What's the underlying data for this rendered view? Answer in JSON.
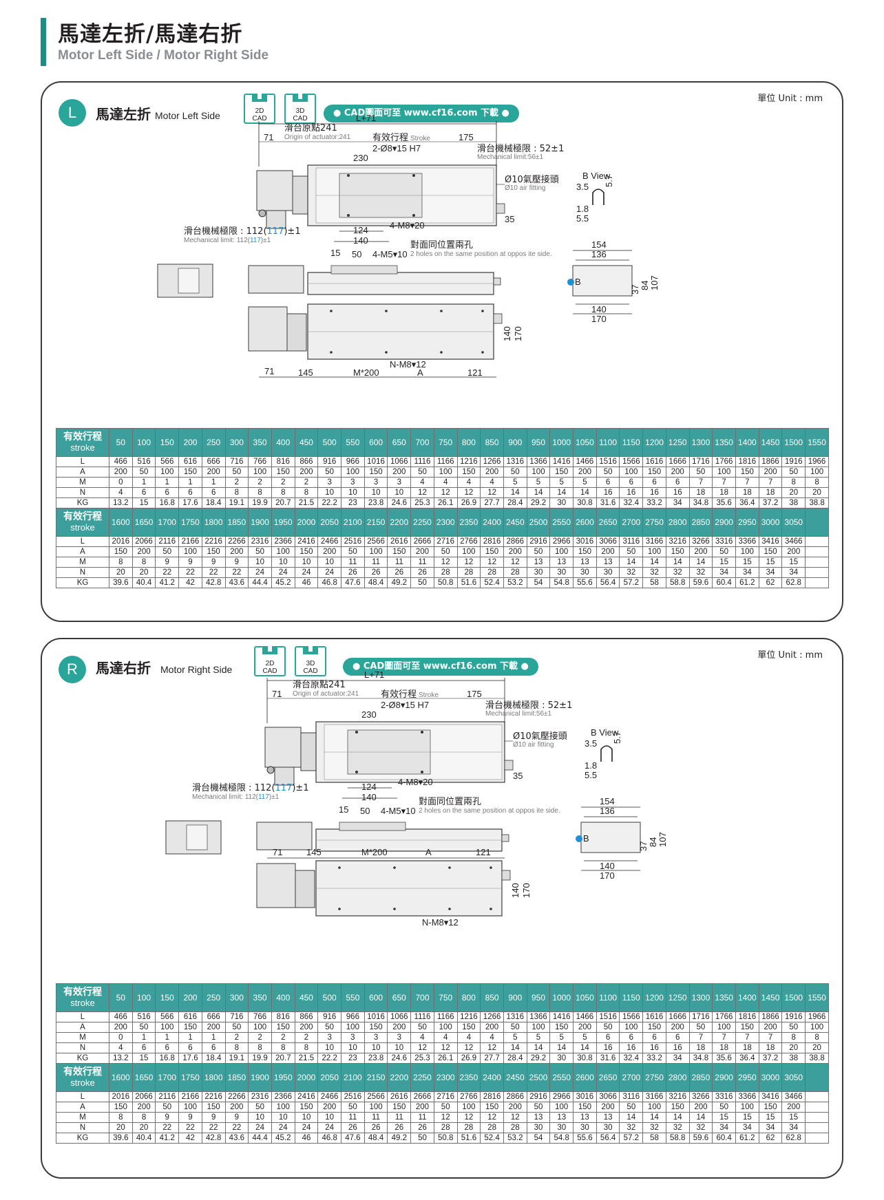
{
  "page": {
    "title": "馬達左折/馬達右折",
    "subtitle": "Motor Left Side / Motor Right Side"
  },
  "sections": [
    {
      "badge": "L",
      "title_cn": "馬達左折",
      "title_en": "Motor Left Side",
      "unit": "單位 Unit : mm",
      "cad2d": [
        "2D",
        "CAD"
      ],
      "cad3d": [
        "3D",
        "CAD"
      ],
      "cad_note": "● CAD圖面可至 www.cf16.com 下載 ●"
    },
    {
      "badge": "R",
      "title_cn": "馬達右折",
      "title_en": "Motor Right Side",
      "unit": "單位 Unit : mm",
      "cad2d": [
        "2D",
        "CAD"
      ],
      "cad3d": [
        "3D",
        "CAD"
      ],
      "cad_note": "● CAD圖面可至 www.cf16.com 下載 ●"
    }
  ],
  "drawing": {
    "L71": "L+71",
    "d71": "71",
    "origin_cn": "滑台原點241",
    "origin_en": "Origin of actuator:241",
    "stroke_cn": "有效行程",
    "stroke_en": "Stroke",
    "d175": "175",
    "pin": "2-Ø8▾15 H7",
    "d230": "230",
    "mech_cn": "滑台機械極限 : 52±1",
    "mech_en": "Mechanical limit:56±1",
    "air_cn": "Ø10氣壓接頭",
    "air_en": "Ø10 air fitting",
    "d35": "35",
    "m8": "4-M8▾20",
    "d124": "124",
    "d140": "140",
    "mech2_cn_a": "滑台機械極限 : 112(",
    "mech2_blue": "117",
    "mech2_cn_b": ")±1",
    "mech2_en_a": "Mechanical limit: 112(",
    "mech2_en_b": ")±1",
    "opp_cn": "對面同位置兩孔",
    "opp_en": "2 holes on the same position at oppos ite side.",
    "d15": "15",
    "d50": "50",
    "m5": "4-M5▾10",
    "bview": "B View",
    "b35": "3.5",
    "b57": "5.7",
    "b18": "1.8",
    "b55": "5.5",
    "d154": "154",
    "d136": "136",
    "d37": "37",
    "d84": "84",
    "d107": "107",
    "d170": "170",
    "B": "B",
    "d145": "145",
    "dM200": "M*200",
    "dA": "A",
    "d121": "121",
    "nm8": "N-M8▾12"
  },
  "table": {
    "row_header_cn": "有效行程",
    "row_header_en": "stroke",
    "row_labels": [
      "L",
      "A",
      "M",
      "N",
      "KG"
    ],
    "blocks": [
      {
        "strokes": [
          "50",
          "100",
          "150",
          "200",
          "250",
          "300",
          "350",
          "400",
          "450",
          "500",
          "550",
          "600",
          "650",
          "700",
          "750",
          "800",
          "850",
          "900",
          "950",
          "1000",
          "1050",
          "1100",
          "1150",
          "1200",
          "1250",
          "1300",
          "1350",
          "1400",
          "1450",
          "1500",
          "1550"
        ],
        "L": [
          "466",
          "516",
          "566",
          "616",
          "666",
          "716",
          "766",
          "816",
          "866",
          "916",
          "966",
          "1016",
          "1066",
          "1116",
          "1166",
          "1216",
          "1266",
          "1316",
          "1366",
          "1416",
          "1466",
          "1516",
          "1566",
          "1616",
          "1666",
          "1716",
          "1766",
          "1816",
          "1866",
          "1916",
          "1966"
        ],
        "A": [
          "200",
          "50",
          "100",
          "150",
          "200",
          "50",
          "100",
          "150",
          "200",
          "50",
          "100",
          "150",
          "200",
          "50",
          "100",
          "150",
          "200",
          "50",
          "100",
          "150",
          "200",
          "50",
          "100",
          "150",
          "200",
          "50",
          "100",
          "150",
          "200",
          "50",
          "100"
        ],
        "M": [
          "0",
          "1",
          "1",
          "1",
          "1",
          "2",
          "2",
          "2",
          "2",
          "3",
          "3",
          "3",
          "3",
          "4",
          "4",
          "4",
          "4",
          "5",
          "5",
          "5",
          "5",
          "6",
          "6",
          "6",
          "6",
          "7",
          "7",
          "7",
          "7",
          "8",
          "8"
        ],
        "N": [
          "4",
          "6",
          "6",
          "6",
          "6",
          "8",
          "8",
          "8",
          "8",
          "10",
          "10",
          "10",
          "10",
          "12",
          "12",
          "12",
          "12",
          "14",
          "14",
          "14",
          "14",
          "16",
          "16",
          "16",
          "16",
          "18",
          "18",
          "18",
          "18",
          "20",
          "20"
        ],
        "KG": [
          "13.2",
          "15",
          "16.8",
          "17.6",
          "18.4",
          "19.1",
          "19.9",
          "20.7",
          "21.5",
          "22.2",
          "23",
          "23.8",
          "24.6",
          "25.3",
          "26.1",
          "26.9",
          "27.7",
          "28.4",
          "29.2",
          "30",
          "30.8",
          "31.6",
          "32.4",
          "33.2",
          "34",
          "34.8",
          "35.6",
          "36.4",
          "37.2",
          "38",
          "38.8"
        ]
      },
      {
        "strokes": [
          "1600",
          "1650",
          "1700",
          "1750",
          "1800",
          "1850",
          "1900",
          "1950",
          "2000",
          "2050",
          "2100",
          "2150",
          "2200",
          "2250",
          "2300",
          "2350",
          "2400",
          "2450",
          "2500",
          "2550",
          "2600",
          "2650",
          "2700",
          "2750",
          "2800",
          "2850",
          "2900",
          "2950",
          "3000",
          "3050"
        ],
        "L": [
          "2016",
          "2066",
          "2116",
          "2166",
          "2216",
          "2266",
          "2316",
          "2366",
          "2416",
          "2466",
          "2516",
          "2566",
          "2616",
          "2666",
          "2716",
          "2766",
          "2816",
          "2866",
          "2916",
          "2966",
          "3016",
          "3066",
          "3116",
          "3166",
          "3216",
          "3266",
          "3316",
          "3366",
          "3416",
          "3466"
        ],
        "A": [
          "150",
          "200",
          "50",
          "100",
          "150",
          "200",
          "50",
          "100",
          "150",
          "200",
          "50",
          "100",
          "150",
          "200",
          "50",
          "100",
          "150",
          "200",
          "50",
          "100",
          "150",
          "200",
          "50",
          "100",
          "150",
          "200",
          "50",
          "100",
          "150",
          "200"
        ],
        "M": [
          "8",
          "8",
          "9",
          "9",
          "9",
          "9",
          "10",
          "10",
          "10",
          "10",
          "11",
          "11",
          "11",
          "11",
          "12",
          "12",
          "12",
          "12",
          "13",
          "13",
          "13",
          "13",
          "14",
          "14",
          "14",
          "14",
          "15",
          "15",
          "15",
          "15"
        ],
        "N": [
          "20",
          "20",
          "22",
          "22",
          "22",
          "22",
          "24",
          "24",
          "24",
          "24",
          "26",
          "26",
          "26",
          "26",
          "28",
          "28",
          "28",
          "28",
          "30",
          "30",
          "30",
          "30",
          "32",
          "32",
          "32",
          "32",
          "34",
          "34",
          "34",
          "34"
        ],
        "KG": [
          "39.6",
          "40.4",
          "41.2",
          "42",
          "42.8",
          "43.6",
          "44.4",
          "45.2",
          "46",
          "46.8",
          "47.6",
          "48.4",
          "49.2",
          "50",
          "50.8",
          "51.6",
          "52.4",
          "53.2",
          "54",
          "54.8",
          "55.6",
          "56.4",
          "57.2",
          "58",
          "58.8",
          "59.6",
          "60.4",
          "61.2",
          "62",
          "62.8"
        ]
      }
    ]
  }
}
